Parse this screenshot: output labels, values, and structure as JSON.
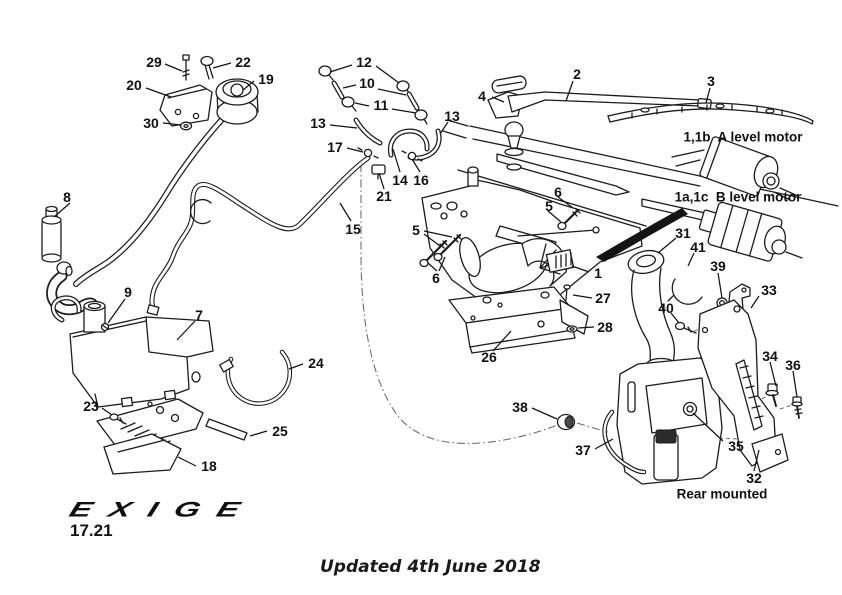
{
  "page": {
    "background": "#ffffff",
    "ink": "#1a1a1a"
  },
  "branding": {
    "logo": "EXIGE",
    "page_code": "17.21"
  },
  "footer": {
    "updated": "Updated 4th June 2018"
  },
  "annotations": {
    "a_level_motor": "1,1b  A level motor",
    "b_level_motor": "1a,1c  B level motor",
    "rear_mounted": "Rear mounted"
  },
  "callouts": {
    "n1": "1",
    "n2": "2",
    "n3": "3",
    "n4": "4",
    "n5a": "5",
    "n5b": "5",
    "n6a": "6",
    "n6b": "6",
    "n7": "7",
    "n8": "8",
    "n9": "9",
    "n10": "10",
    "n11": "11",
    "n12": "12",
    "n13a": "13",
    "n13b": "13",
    "n14": "14",
    "n15": "15",
    "n16": "16",
    "n17": "17",
    "n18": "18",
    "n19": "19",
    "n20": "20",
    "n21": "21",
    "n22": "22",
    "n23": "23",
    "n24": "24",
    "n25": "25",
    "n26": "26",
    "n27": "27",
    "n28": "28",
    "n29": "29",
    "n30": "30",
    "n31": "31",
    "n32": "32",
    "n33": "33",
    "n34": "34",
    "n35": "35",
    "n36": "36",
    "n37": "37",
    "n38": "38",
    "n39": "39",
    "n40": "40",
    "n41": "41"
  }
}
